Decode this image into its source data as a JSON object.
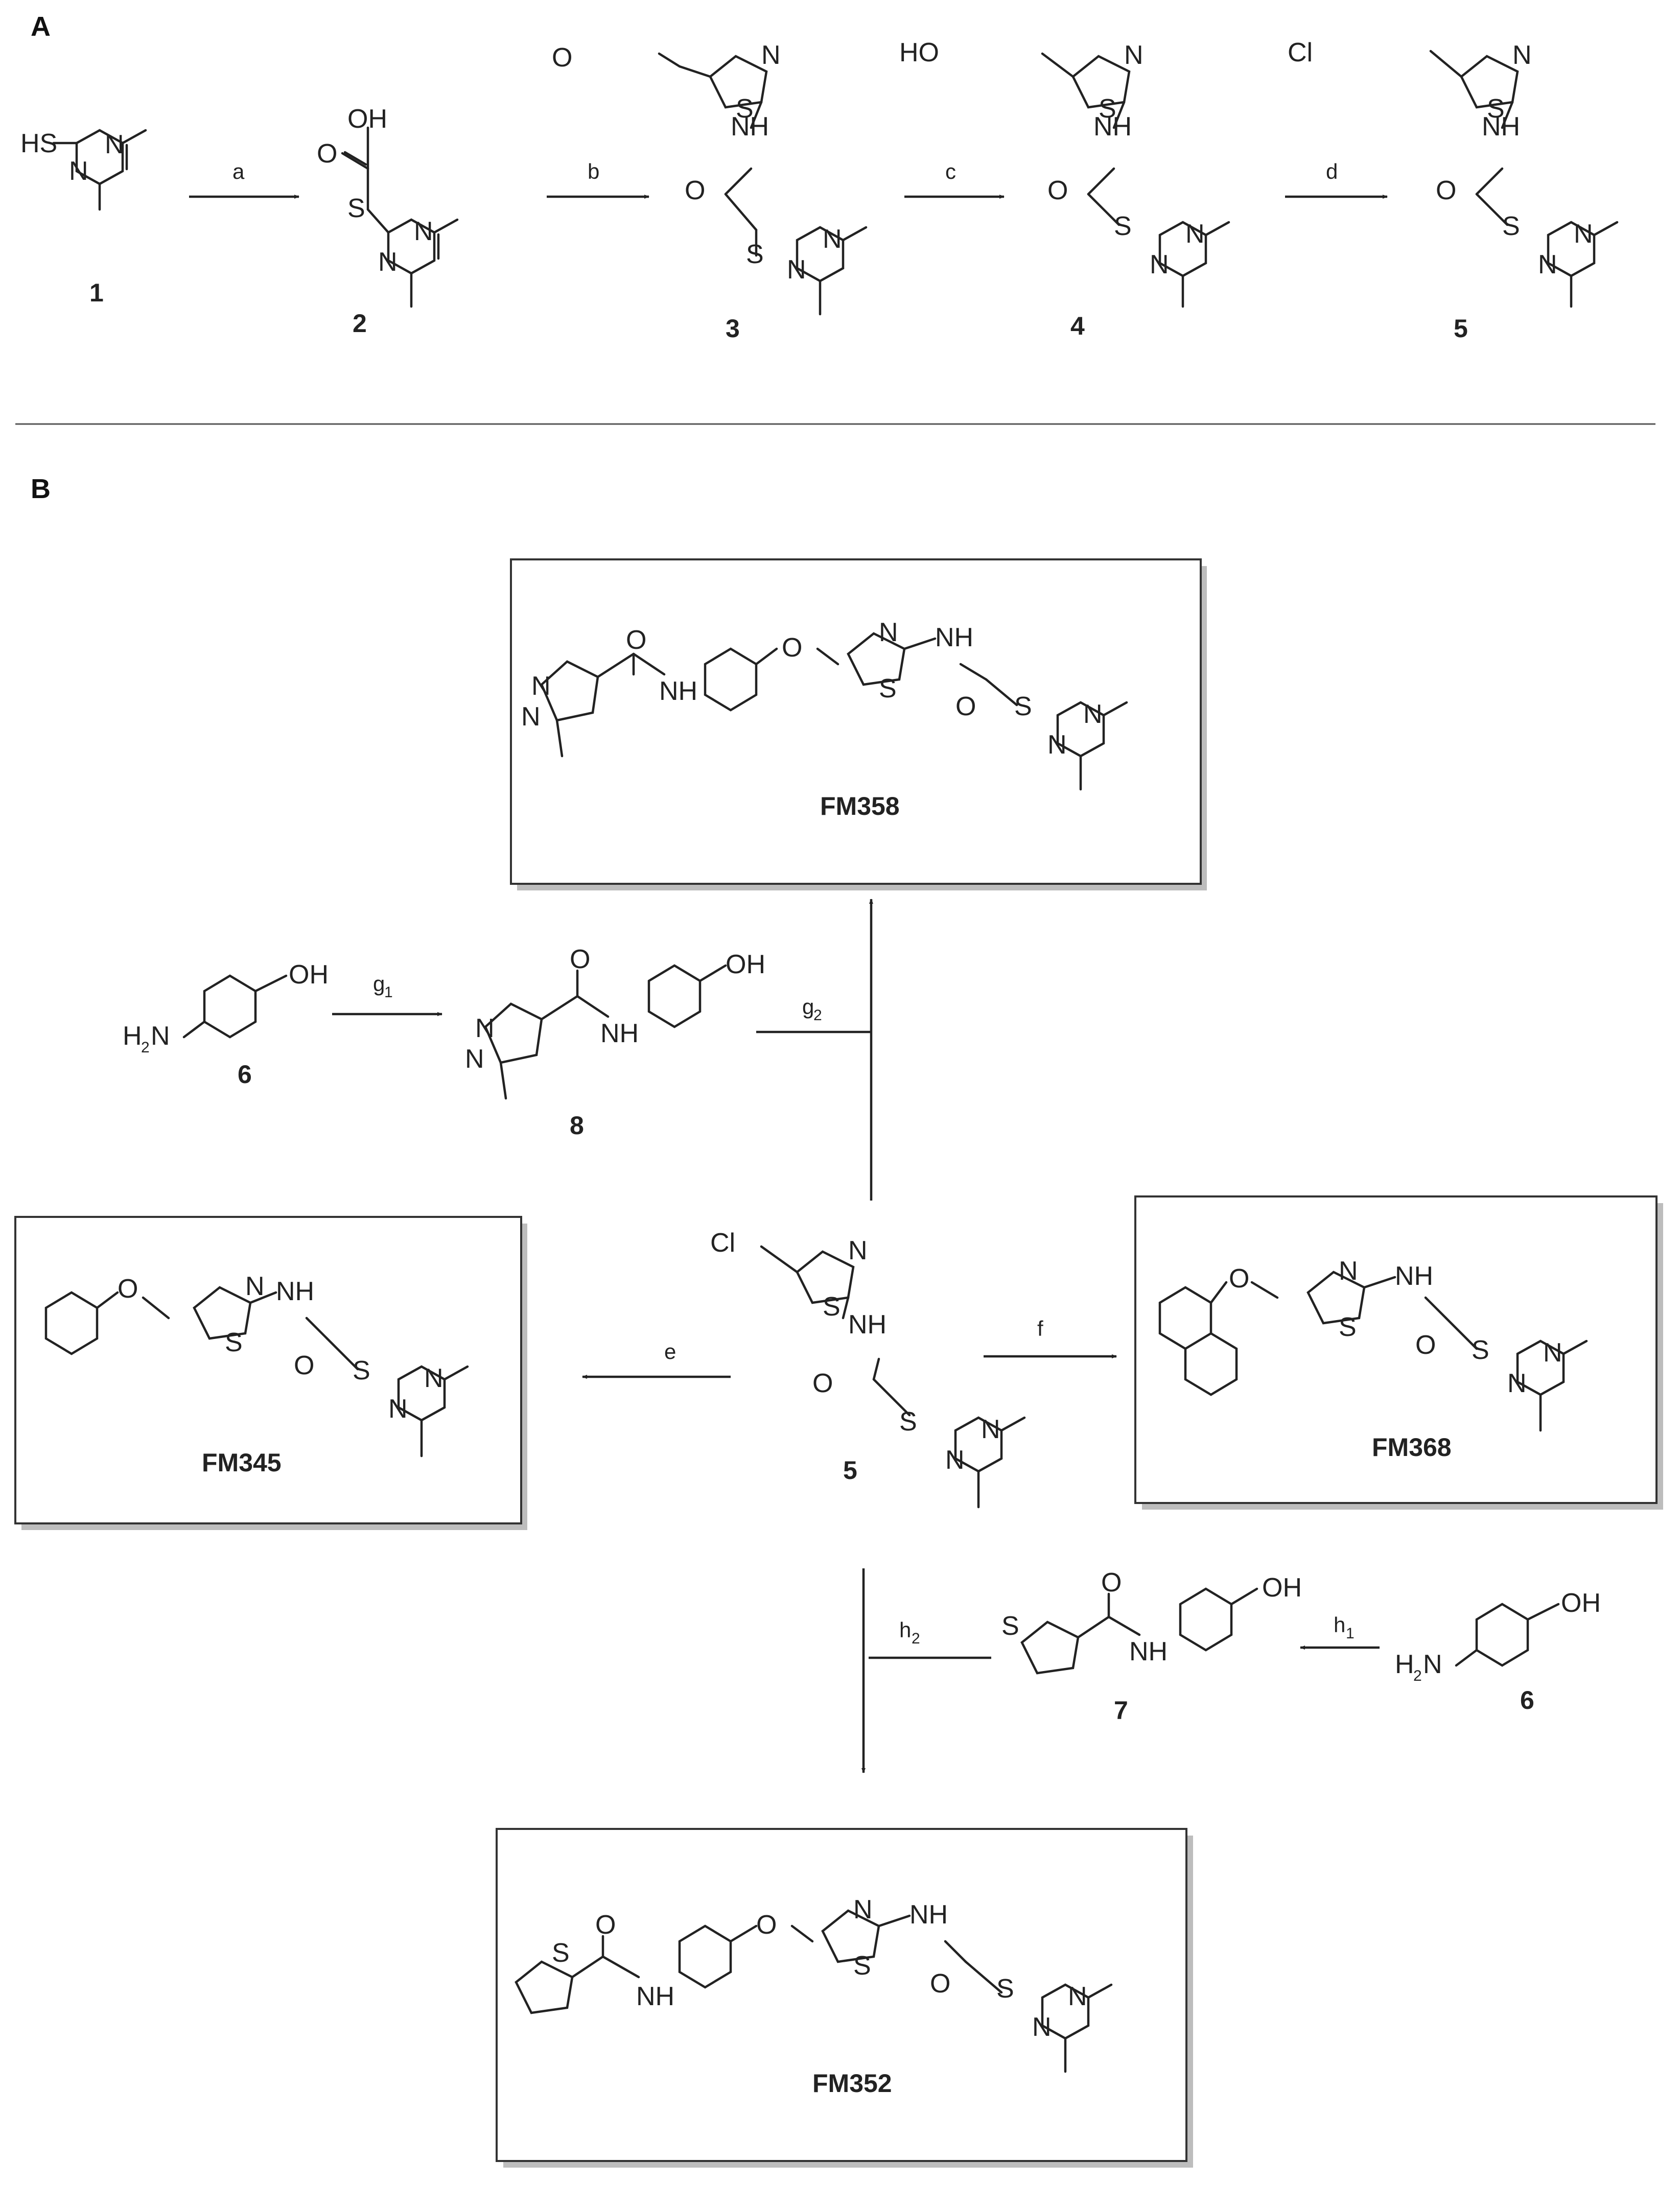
{
  "sections": {
    "a": "A",
    "b": "B"
  },
  "compounds": {
    "c1": "1",
    "c2": "2",
    "c3": "3",
    "c4": "4",
    "c5": "5",
    "c5b": "5",
    "c6a": "6",
    "c6b": "6",
    "c7": "7",
    "c8": "8"
  },
  "products": {
    "fm358": "FM358",
    "fm345": "FM345",
    "fm368": "FM368",
    "fm352": "FM352"
  },
  "reagents": {
    "a": "a",
    "b": "b",
    "c": "c",
    "d": "d",
    "e": "e",
    "f": "f",
    "g": "g",
    "g1": "1",
    "g2": "2",
    "h": "h",
    "h1": "1",
    "h2": "2"
  },
  "atoms": {
    "HS": "HS",
    "N": "N",
    "S": "S",
    "O": "O",
    "OH": "OH",
    "NH": "NH",
    "H": "H",
    "HO": "HO",
    "Cl": "Cl",
    "H2N": "H",
    "two": "2"
  }
}
